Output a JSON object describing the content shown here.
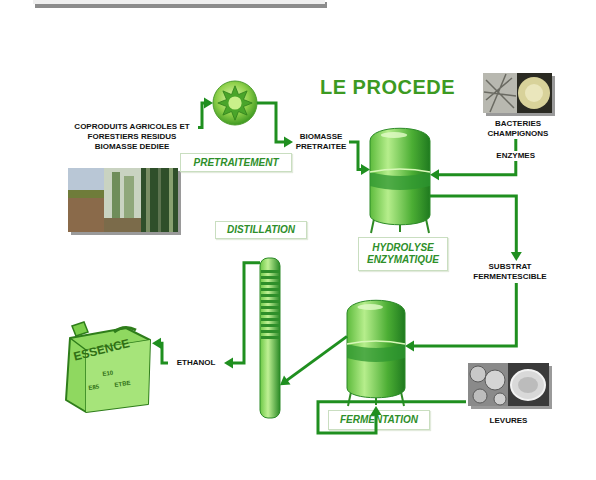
{
  "diagram": {
    "title": "LE PROCEDE",
    "nodes": [
      {
        "text": [
          "COPRODUITS AGRICOLES ET FORESTIERS RESIDUS BIOMASSE DEDIEE"
        ]
      },
      {
        "text": [
          "PRETRAITEMENT"
        ]
      },
      {
        "text": [
          "BIOMASSE PRETRAITEE"
        ]
      },
      {
        "text": [
          "HYDROLYSE ENZYMATIQUE"
        ]
      },
      {
        "text": [
          "BACTERIES CHAMPIGNONS"
        ]
      },
      {
        "text": [
          "SUBSTRAT FERMENTESCIBLE"
        ]
      },
      {
        "text": [
          "FERMENTATION"
        ]
      },
      {
        "text": [
          "LEVURES"
        ]
      },
      {
        "text": [
          "DISTILLATION"
        ]
      },
      {
        "text": [
          "ETHANOL"
        ]
      },
      {
        "text": [
          "ESSENCE",
          "E10",
          "E85",
          "ETBE"
        ]
      }
    ],
    "edges": [
      {
        "from": 0,
        "to": 1,
        "arrow": "to"
      },
      {
        "from": 1,
        "to": 2,
        "arrow": "to"
      },
      {
        "from": 2,
        "to": 3,
        "arrow": "to"
      },
      {
        "from": 4,
        "to": 3,
        "label": "ENZYMES",
        "arrow": "to"
      },
      {
        "from": 3,
        "to": 5,
        "arrow": "to"
      },
      {
        "from": 5,
        "to": 6,
        "arrow": "to"
      },
      {
        "from": 7,
        "to": 6,
        "arrow": "to"
      },
      {
        "from": 6,
        "to": 8,
        "arrow": "to"
      },
      {
        "from": 8,
        "to": 9,
        "arrow": "to"
      },
      {
        "from": 9,
        "to": 10,
        "arrow": "to"
      }
    ]
  }
}
